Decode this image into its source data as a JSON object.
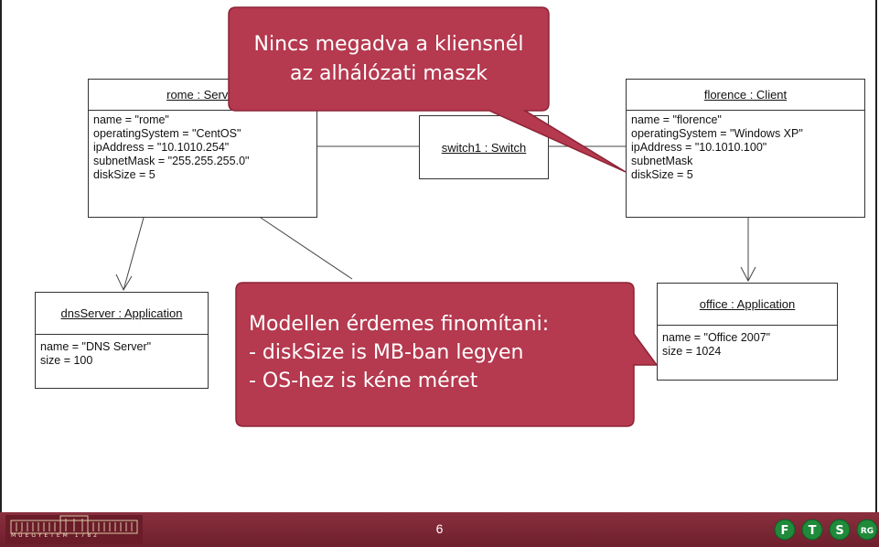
{
  "slide": {
    "page_number": "6",
    "university_text": "MŰEGYETEM 1782",
    "logo_letters": [
      "F",
      "T",
      "S",
      "RG"
    ]
  },
  "diagram": {
    "objects": [
      {
        "id": "rome",
        "title": "rome : Server",
        "attributes": [
          "name = \"rome\"",
          "operatingSystem = \"CentOS\"",
          "ipAddress = \"10.1010.254\"",
          "subnetMask = \"255.255.255.0\"",
          "diskSize = 5"
        ]
      },
      {
        "id": "switch1",
        "title": "switch1 : Switch",
        "attributes": []
      },
      {
        "id": "florence",
        "title": "florence : Client",
        "attributes": [
          "name = \"florence\"",
          "operatingSystem = \"Windows XP\"",
          "ipAddress = \"10.1010.100\"",
          "subnetMask",
          "diskSize = 5"
        ]
      },
      {
        "id": "dnsServer",
        "title": "dnsServer : Application",
        "attributes": [
          "name = \"DNS Server\"",
          "size = 100"
        ]
      },
      {
        "id": "office",
        "title": "office : Application",
        "attributes": [
          "name = \"Office 2007\"",
          "size = 1024"
        ]
      }
    ]
  },
  "callouts": {
    "top": {
      "lines": [
        "Nincs megadva a kliensnél",
        "az alhálózati maszk"
      ]
    },
    "bottom": {
      "lines": [
        "Modellen érdemes finomítani:",
        "- diskSize is MB-ban legyen",
        "- OS-hez is kéne méret"
      ]
    }
  },
  "colors": {
    "callout_fill": "#b5394f",
    "callout_border": "#8c2436",
    "footer": "#7a2634"
  }
}
